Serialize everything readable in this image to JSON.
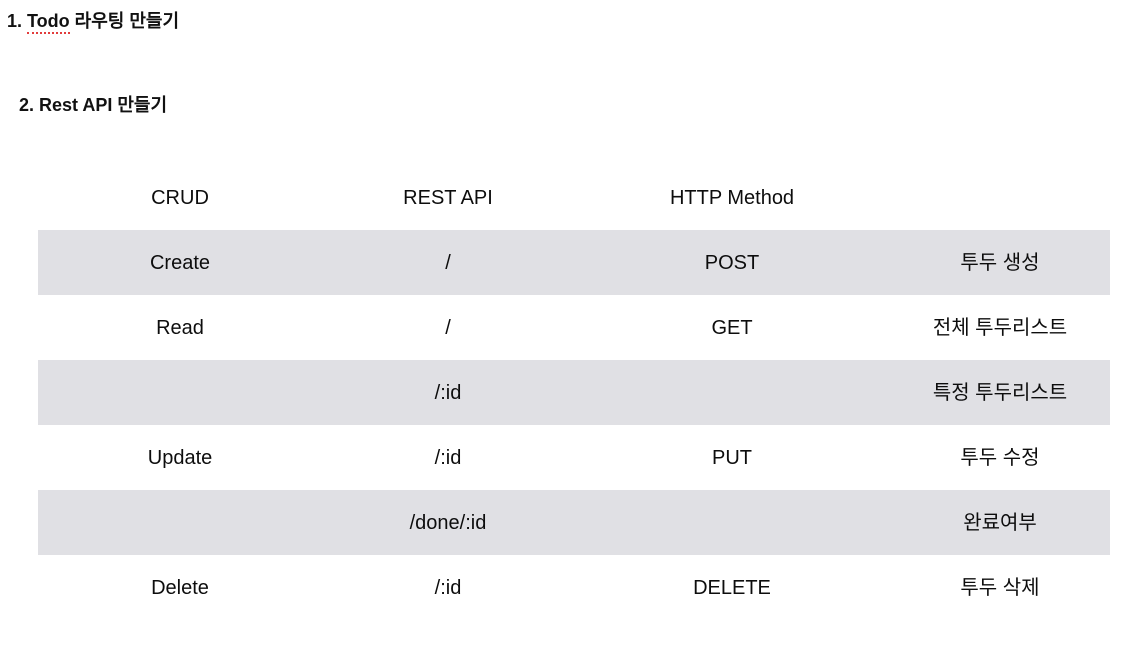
{
  "headings": {
    "h1_prefix": "1. ",
    "h1_misspelled_word": "Todo",
    "h1_suffix": " 라우팅 만들기",
    "h2": "2. Rest API 만들기"
  },
  "colors": {
    "shaded_row": "#e0e0e4",
    "spellcheck_underline": "#e23c3c",
    "text": "#0d0d0d"
  },
  "table": {
    "columns": [
      "CRUD",
      "REST API",
      "HTTP Method",
      ""
    ],
    "rows": [
      {
        "crud": "Create",
        "api": "/",
        "method": "POST",
        "desc": "투두 생성",
        "shaded": true
      },
      {
        "crud": "Read",
        "api": "/",
        "method": "GET",
        "desc": "전체 투두리스트",
        "shaded": false
      },
      {
        "crud": "",
        "api": "/:id",
        "method": "",
        "desc": "특정 투두리스트",
        "shaded": true
      },
      {
        "crud": "Update",
        "api": "/:id",
        "method": "PUT",
        "desc": "투두 수정",
        "shaded": false
      },
      {
        "crud": "",
        "api": "/done/:id",
        "method": "",
        "desc": "완료여부",
        "shaded": true
      },
      {
        "crud": "Delete",
        "api": "/:id",
        "method": "DELETE",
        "desc": "투두 삭제",
        "shaded": false
      }
    ]
  }
}
